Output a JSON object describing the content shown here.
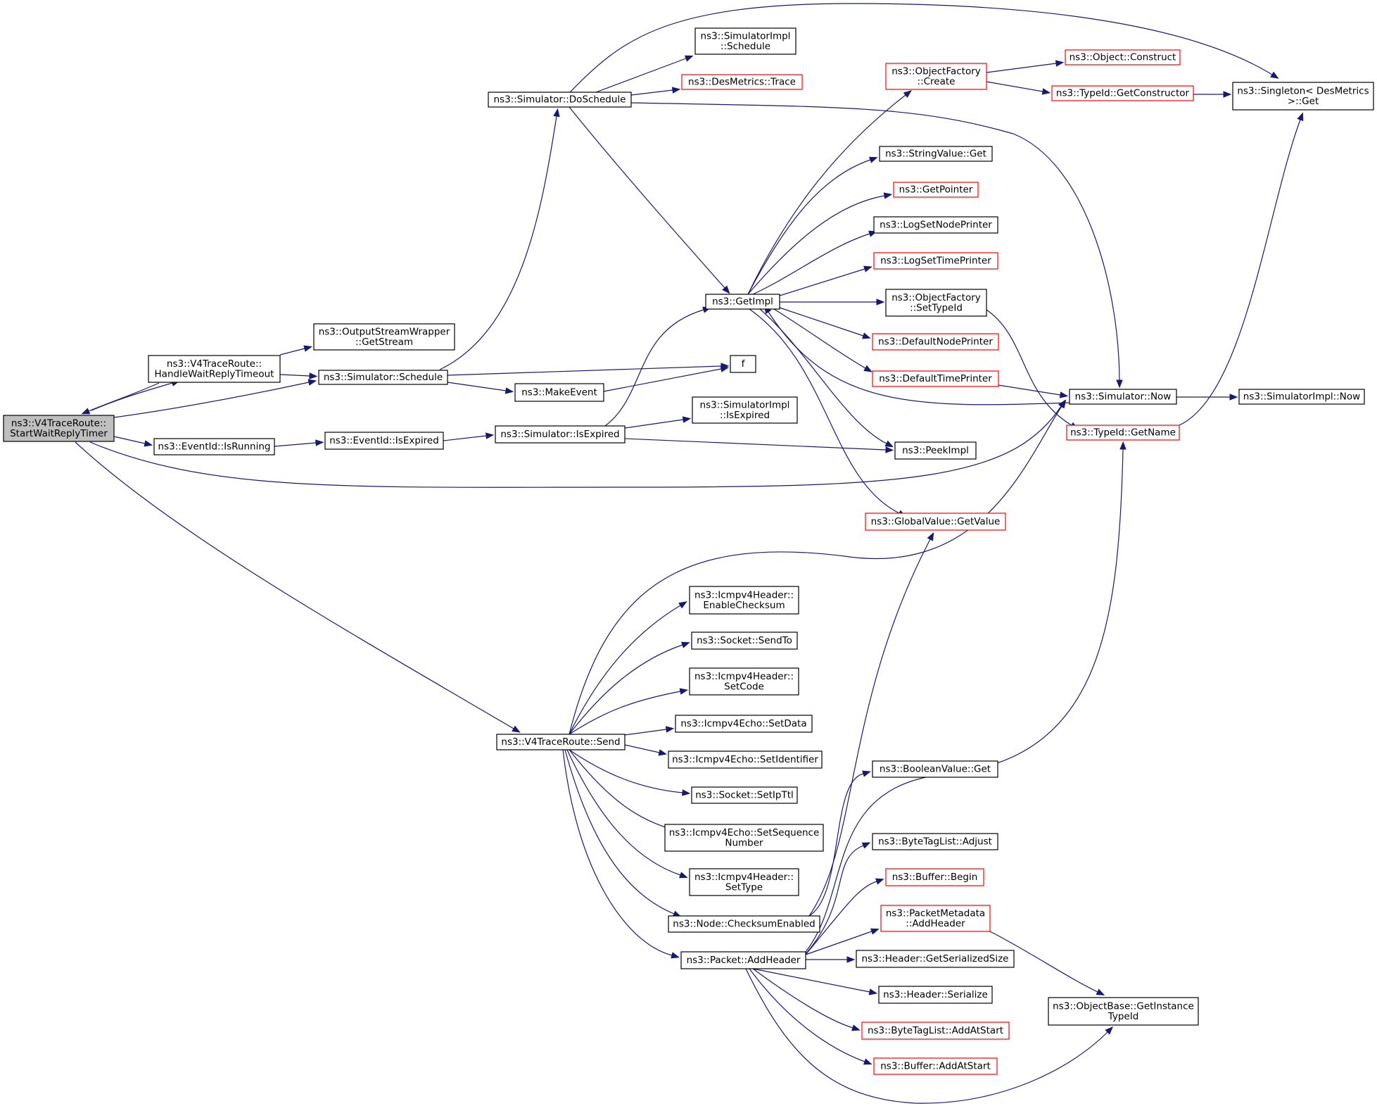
{
  "colors": {
    "edge": "#191970",
    "node_border_normal": "#000000",
    "node_border_truncated": "#ff0000",
    "node_fill": "#ffffff",
    "root_fill": "#bfbfbf",
    "text": "#000000"
  },
  "nodes": [
    {
      "id": "root",
      "lines": [
        "ns3::V4TraceRoute::",
        "StartWaitReplyTimer"
      ],
      "style": "root"
    },
    {
      "id": "handleWait",
      "lines": [
        "ns3::V4TraceRoute::",
        "HandleWaitReplyTimeout"
      ],
      "style": "normal"
    },
    {
      "id": "outStream",
      "lines": [
        "ns3::OutputStreamWrapper",
        "::GetStream"
      ],
      "style": "normal"
    },
    {
      "id": "simSchedule",
      "lines": [
        "ns3::Simulator::Schedule"
      ],
      "style": "normal"
    },
    {
      "id": "simDoSchedule",
      "lines": [
        "ns3::Simulator::DoSchedule"
      ],
      "style": "normal"
    },
    {
      "id": "implSchedule",
      "lines": [
        "ns3::SimulatorImpl",
        "::Schedule"
      ],
      "style": "normal"
    },
    {
      "id": "desTrace",
      "lines": [
        "ns3::DesMetrics::Trace"
      ],
      "style": "truncated"
    },
    {
      "id": "getImpl",
      "lines": [
        "ns3::GetImpl"
      ],
      "style": "normal"
    },
    {
      "id": "objFactCreate",
      "lines": [
        "ns3::ObjectFactory",
        "::Create"
      ],
      "style": "truncated"
    },
    {
      "id": "objConstruct",
      "lines": [
        "ns3::Object::Construct"
      ],
      "style": "truncated"
    },
    {
      "id": "typeIdGetCtor",
      "lines": [
        "ns3::TypeId::GetConstructor"
      ],
      "style": "truncated"
    },
    {
      "id": "singletonGet",
      "lines": [
        "ns3::Singleton< DesMetrics",
        " >::Get"
      ],
      "style": "normal"
    },
    {
      "id": "strValGet",
      "lines": [
        "ns3::StringValue::Get"
      ],
      "style": "normal"
    },
    {
      "id": "getPointer",
      "lines": [
        "ns3::GetPointer"
      ],
      "style": "truncated"
    },
    {
      "id": "logNodePrinter",
      "lines": [
        "ns3::LogSetNodePrinter"
      ],
      "style": "normal"
    },
    {
      "id": "logTimePrinter",
      "lines": [
        "ns3::LogSetTimePrinter"
      ],
      "style": "truncated"
    },
    {
      "id": "objFactSetType",
      "lines": [
        "ns3::ObjectFactory",
        "::SetTypeId"
      ],
      "style": "normal"
    },
    {
      "id": "defNodePrinter",
      "lines": [
        "ns3::DefaultNodePrinter"
      ],
      "style": "truncated"
    },
    {
      "id": "defTimePrinter",
      "lines": [
        "ns3::DefaultTimePrinter"
      ],
      "style": "truncated"
    },
    {
      "id": "simNow",
      "lines": [
        "ns3::Simulator::Now"
      ],
      "style": "normal"
    },
    {
      "id": "implNow",
      "lines": [
        "ns3::SimulatorImpl::Now"
      ],
      "style": "normal"
    },
    {
      "id": "typeIdGetName",
      "lines": [
        "ns3::TypeId::GetName"
      ],
      "style": "truncated"
    },
    {
      "id": "f",
      "lines": [
        "f"
      ],
      "style": "normal"
    },
    {
      "id": "makeEvent",
      "lines": [
        "ns3::MakeEvent"
      ],
      "style": "normal"
    },
    {
      "id": "implIsExpired",
      "lines": [
        "ns3::SimulatorImpl",
        "::IsExpired"
      ],
      "style": "normal"
    },
    {
      "id": "evIsRunning",
      "lines": [
        "ns3::EventId::IsRunning"
      ],
      "style": "normal"
    },
    {
      "id": "evIsExpired",
      "lines": [
        "ns3::EventId::IsExpired"
      ],
      "style": "normal"
    },
    {
      "id": "simIsExpired",
      "lines": [
        "ns3::Simulator::IsExpired"
      ],
      "style": "normal"
    },
    {
      "id": "peekImpl",
      "lines": [
        "ns3::PeekImpl"
      ],
      "style": "normal"
    },
    {
      "id": "gvGetValue",
      "lines": [
        "ns3::GlobalValue::GetValue"
      ],
      "style": "truncated"
    },
    {
      "id": "v4Send",
      "lines": [
        "ns3::V4TraceRoute::Send"
      ],
      "style": "normal"
    },
    {
      "id": "icmpEnableCk",
      "lines": [
        "ns3::Icmpv4Header::",
        "EnableChecksum"
      ],
      "style": "normal"
    },
    {
      "id": "sockSendTo",
      "lines": [
        "ns3::Socket::SendTo"
      ],
      "style": "normal"
    },
    {
      "id": "icmpSetCode",
      "lines": [
        "ns3::Icmpv4Header::",
        "SetCode"
      ],
      "style": "normal"
    },
    {
      "id": "echoSetData",
      "lines": [
        "ns3::Icmpv4Echo::SetData"
      ],
      "style": "normal"
    },
    {
      "id": "echoSetId",
      "lines": [
        "ns3::Icmpv4Echo::SetIdentifier"
      ],
      "style": "normal"
    },
    {
      "id": "sockSetIpTtl",
      "lines": [
        "ns3::Socket::SetIpTtl"
      ],
      "style": "normal"
    },
    {
      "id": "echoSetSeq",
      "lines": [
        "ns3::Icmpv4Echo::SetSequence",
        "Number"
      ],
      "style": "normal"
    },
    {
      "id": "icmpSetType",
      "lines": [
        "ns3::Icmpv4Header::",
        "SetType"
      ],
      "style": "normal"
    },
    {
      "id": "nodeCkEnabled",
      "lines": [
        "ns3::Node::ChecksumEnabled"
      ],
      "style": "normal"
    },
    {
      "id": "pktAddHeader",
      "lines": [
        "ns3::Packet::AddHeader"
      ],
      "style": "normal"
    },
    {
      "id": "boolValGet",
      "lines": [
        "ns3::BooleanValue::Get"
      ],
      "style": "normal"
    },
    {
      "id": "btlAdjust",
      "lines": [
        "ns3::ByteTagList::Adjust"
      ],
      "style": "normal"
    },
    {
      "id": "bufBegin",
      "lines": [
        "ns3::Buffer::Begin"
      ],
      "style": "truncated"
    },
    {
      "id": "pmAddHeader",
      "lines": [
        "ns3::PacketMetadata",
        "::AddHeader"
      ],
      "style": "truncated"
    },
    {
      "id": "hdrGetSize",
      "lines": [
        "ns3::Header::GetSerializedSize"
      ],
      "style": "normal"
    },
    {
      "id": "hdrSerialize",
      "lines": [
        "ns3::Header::Serialize"
      ],
      "style": "normal"
    },
    {
      "id": "btlAddAtStart",
      "lines": [
        "ns3::ByteTagList::AddAtStart"
      ],
      "style": "truncated"
    },
    {
      "id": "bufAddAtStart",
      "lines": [
        "ns3::Buffer::AddAtStart"
      ],
      "style": "truncated"
    },
    {
      "id": "obGetInstTypeId",
      "lines": [
        "ns3::ObjectBase::GetInstance",
        "TypeId"
      ],
      "style": "normal"
    }
  ],
  "edges": [
    [
      "root",
      "handleWait"
    ],
    [
      "handleWait",
      "root"
    ],
    [
      "handleWait",
      "outStream"
    ],
    [
      "handleWait",
      "simSchedule"
    ],
    [
      "root",
      "simSchedule"
    ],
    [
      "root",
      "evIsRunning"
    ],
    [
      "root",
      "simNow"
    ],
    [
      "root",
      "v4Send"
    ],
    [
      "simSchedule",
      "simDoSchedule"
    ],
    [
      "simSchedule",
      "f"
    ],
    [
      "simSchedule",
      "makeEvent"
    ],
    [
      "makeEvent",
      "f"
    ],
    [
      "simDoSchedule",
      "singletonGet"
    ],
    [
      "simDoSchedule",
      "implSchedule"
    ],
    [
      "simDoSchedule",
      "desTrace"
    ],
    [
      "simDoSchedule",
      "getImpl"
    ],
    [
      "simDoSchedule",
      "simNow"
    ],
    [
      "getImpl",
      "objFactCreate"
    ],
    [
      "getImpl",
      "strValGet"
    ],
    [
      "getImpl",
      "getPointer"
    ],
    [
      "getImpl",
      "logNodePrinter"
    ],
    [
      "getImpl",
      "logTimePrinter"
    ],
    [
      "getImpl",
      "objFactSetType"
    ],
    [
      "getImpl",
      "defNodePrinter"
    ],
    [
      "getImpl",
      "defTimePrinter"
    ],
    [
      "getImpl",
      "peekImpl"
    ],
    [
      "getImpl",
      "gvGetValue"
    ],
    [
      "objFactCreate",
      "objConstruct"
    ],
    [
      "objFactCreate",
      "typeIdGetCtor"
    ],
    [
      "typeIdGetCtor",
      "singletonGet"
    ],
    [
      "objFactSetType",
      "typeIdGetName"
    ],
    [
      "typeIdGetName",
      "singletonGet"
    ],
    [
      "defTimePrinter",
      "simNow"
    ],
    [
      "simNow",
      "getImpl"
    ],
    [
      "simNow",
      "implNow"
    ],
    [
      "evIsRunning",
      "evIsExpired"
    ],
    [
      "evIsExpired",
      "simIsExpired"
    ],
    [
      "simIsExpired",
      "getImpl"
    ],
    [
      "simIsExpired",
      "implIsExpired"
    ],
    [
      "simIsExpired",
      "peekImpl"
    ],
    [
      "v4Send",
      "simNow"
    ],
    [
      "v4Send",
      "icmpEnableCk"
    ],
    [
      "v4Send",
      "sockSendTo"
    ],
    [
      "v4Send",
      "icmpSetCode"
    ],
    [
      "v4Send",
      "echoSetData"
    ],
    [
      "v4Send",
      "echoSetId"
    ],
    [
      "v4Send",
      "sockSetIpTtl"
    ],
    [
      "v4Send",
      "echoSetSeq"
    ],
    [
      "v4Send",
      "icmpSetType"
    ],
    [
      "v4Send",
      "nodeCkEnabled"
    ],
    [
      "v4Send",
      "pktAddHeader"
    ],
    [
      "nodeCkEnabled",
      "boolValGet"
    ],
    [
      "nodeCkEnabled",
      "gvGetValue"
    ],
    [
      "pktAddHeader",
      "typeIdGetName"
    ],
    [
      "pktAddHeader",
      "btlAdjust"
    ],
    [
      "pktAddHeader",
      "bufBegin"
    ],
    [
      "pktAddHeader",
      "pmAddHeader"
    ],
    [
      "pktAddHeader",
      "hdrGetSize"
    ],
    [
      "pktAddHeader",
      "hdrSerialize"
    ],
    [
      "pktAddHeader",
      "btlAddAtStart"
    ],
    [
      "pktAddHeader",
      "bufAddAtStart"
    ],
    [
      "pktAddHeader",
      "obGetInstTypeId"
    ],
    [
      "pmAddHeader",
      "obGetInstTypeId"
    ]
  ]
}
